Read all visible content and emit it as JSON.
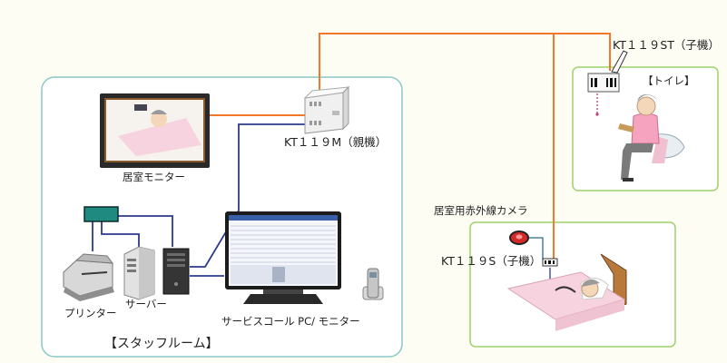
{
  "labels": {
    "monitor": "居室モニター",
    "master_unit": "KT１１９M（親機）",
    "printer": "プリンター",
    "server": "サーバー",
    "service_pc": "サービスコール PC/ モニター",
    "staff_room": "【スタッフルーム】",
    "toilet_unit": "KT１１９ST（子機）",
    "toilet": "【トイレ】",
    "ir_camera": "居室用赤外線カメラ",
    "room_unit": "KT１１９S（子機）"
  },
  "colors": {
    "background": "#fdfdf3",
    "staff_room_border": "#8cc8c8",
    "room_border": "#9ed26a",
    "orange_wire": "#f07828",
    "blue_wire": "#2b3a8c",
    "teal_box": "#1e8a80"
  }
}
